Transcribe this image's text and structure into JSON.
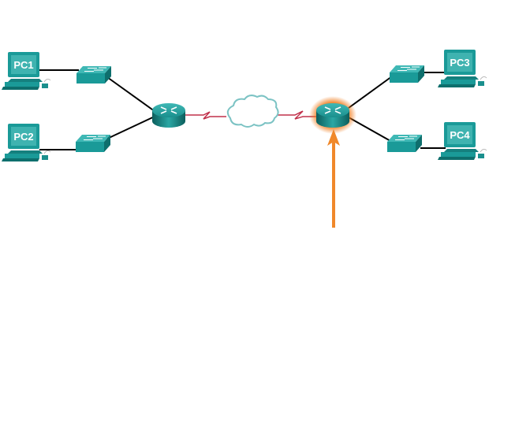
{
  "diagram": {
    "pcs": [
      {
        "label": "PC1"
      },
      {
        "label": "PC2"
      },
      {
        "label": "PC3"
      },
      {
        "label": "PC4"
      }
    ],
    "highlighted_device": "right-router",
    "colors": {
      "device": "#1a9a98",
      "device_dark": "#0e6f6d",
      "serial_link": "#c0304a",
      "ethernet_link": "#000000",
      "cloud_outline": "#7cc3c4",
      "highlight": "#f07a1a"
    }
  }
}
